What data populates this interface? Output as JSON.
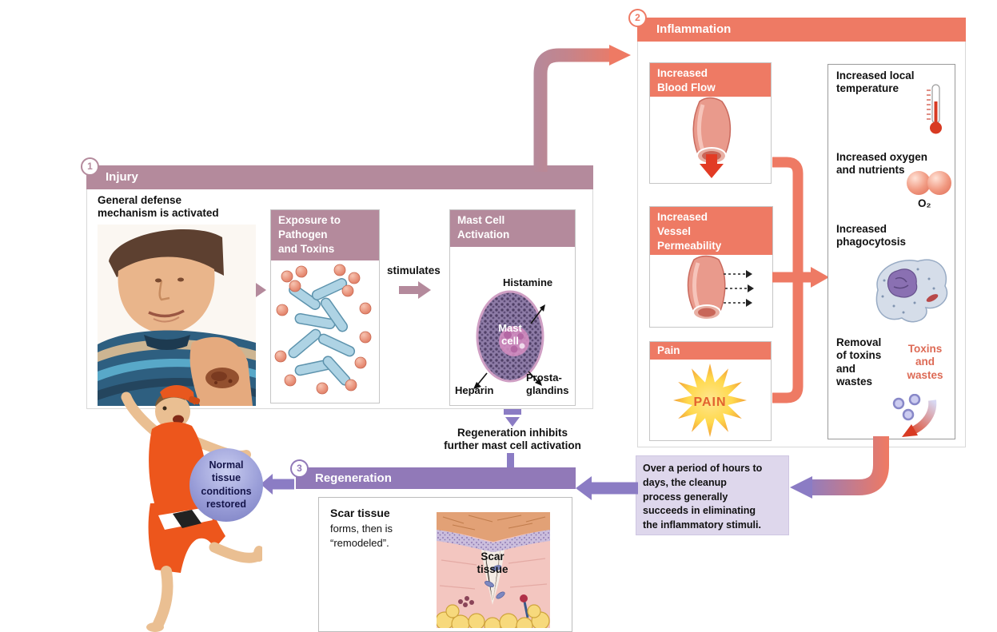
{
  "colors": {
    "salmon": "#ee7a64",
    "mauve": "#b48a9c",
    "purple": "#9179b8",
    "purple_arrow": "#8b7cc4",
    "lavender_note": "#ded7ec",
    "pain_yellow": "#ffd94e",
    "pain_text": "#e2622f"
  },
  "injury": {
    "number": "1",
    "title": "Injury",
    "note": "General defense\nmechanism is activated",
    "exposure_title": "Exposure to\nPathogen\nand Toxins",
    "stimulates": "stimulates",
    "mast_title": "Mast Cell\nActivation",
    "mast_cell_label": "Mast\ncell",
    "histamine": "Histamine",
    "heparin": "Heparin",
    "prostaglandins": "Prosta-\nglandins"
  },
  "inflammation": {
    "number": "2",
    "title": "Inflammation",
    "blood_flow": "Increased\nBlood Flow",
    "vessel_permeability": "Increased\nVessel\nPermeability",
    "pain": "Pain",
    "pain_burst": "PAIN",
    "results": {
      "local_temp": "Increased local\ntemperature",
      "oxygen": "Increased oxygen\nand nutrients",
      "o2": "O₂",
      "phagocytosis": "Increased\nphagocytosis",
      "removal": "Removal\nof toxins\nand\nwastes",
      "toxins_wastes": "Toxins\nand\nwastes"
    }
  },
  "regeneration": {
    "number": "3",
    "title": "Regeneration",
    "scar_title": "Scar tissue",
    "scar_rest": "forms, then is\n“remodeled”.",
    "scar_label": "Scar\ntissue"
  },
  "notes": {
    "cleanup": "Over a period of hours to\ndays, the cleanup\nprocess generally\nsucceeds in eliminating\nthe inflammatory stimuli.",
    "inhibit": "Regeneration inhibits\nfurther mast cell activation"
  },
  "restored_label": "Normal\ntissue\nconditions\nrestored"
}
